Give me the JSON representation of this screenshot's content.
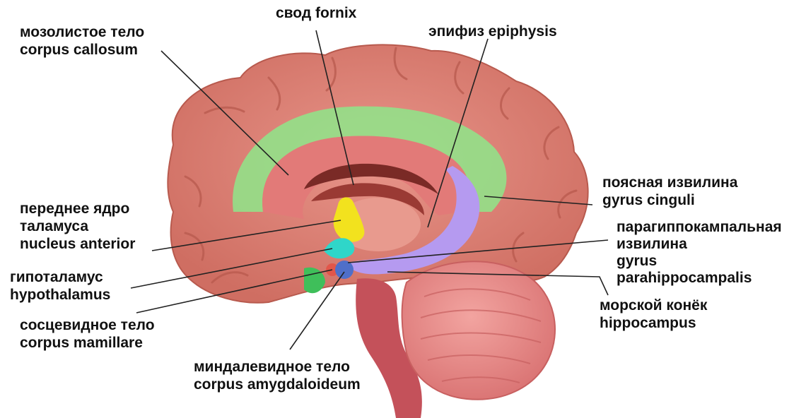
{
  "colors": {
    "cortex": "#d8786a",
    "cortex_dark": "#b85a4e",
    "cingulate": "#8ee68a",
    "thalamus_nucleus": "#f2e21e",
    "hypothalamus": "#2fd6c9",
    "mammillary": "#e2564a",
    "amygdala": "#4f6fc9",
    "hippocampus": "#b59af0",
    "brainstem": "#c4515a",
    "cerebellum": "#e88a8a",
    "callosum": "#7a2a26",
    "leader_line": "#222222"
  },
  "labels": {
    "fornix": "свод fornix",
    "corpus_callosum": [
      "мозолистое тело",
      "corpus callosum"
    ],
    "epiphysis": "эпифиз epiphysis",
    "gyrus_cinguli": [
      "поясная извилина",
      "gyrus cinguli"
    ],
    "nucleus_anterior": [
      "переднее ядро",
      "таламуса",
      "nucleus anterior"
    ],
    "parahippocampal": [
      "парагиппокампальная",
      "извилина",
      "gyrus",
      "parahippocampalis"
    ],
    "hypothalamus": [
      "гипоталамус",
      "hypothalamus"
    ],
    "hippocampus": [
      "морской конёк",
      "hippocampus"
    ],
    "mammillary": [
      "сосцевидное тело",
      "corpus mamillare"
    ],
    "amygdala": [
      "миндалевидное тело",
      "corpus amygdaloideum"
    ]
  }
}
